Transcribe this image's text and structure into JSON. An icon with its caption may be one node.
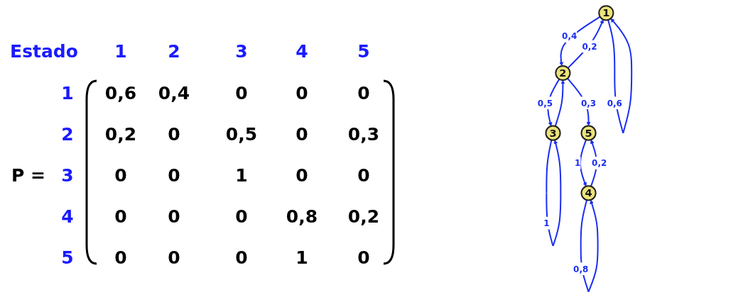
{
  "diagram": {
    "nodes": [
      {
        "text": [
          "1"
        ]
      },
      {
        "text": [
          "2"
        ]
      },
      {
        "text": [
          "3"
        ]
      },
      {
        "text": [
          "4"
        ]
      },
      {
        "text": [
          "5"
        ]
      }
    ],
    "edges": [
      {
        "from": 0,
        "to": 1,
        "arrow": "to",
        "label": "0,4"
      },
      {
        "from": 1,
        "to": 2,
        "arrow": "to",
        "label": "0,5"
      },
      {
        "from": 0,
        "to": 0,
        "arrow": "to",
        "label": "0,6"
      },
      {
        "from": 1,
        "to": 0,
        "arrow": "to",
        "label": "0,2"
      },
      {
        "from": 2,
        "to": 1,
        "arrow": "to"
      },
      {
        "from": 2,
        "to": 2,
        "arrow": "to",
        "label": "1"
      },
      {
        "from": 1,
        "to": 4,
        "arrow": "to",
        "label": "0,3"
      },
      {
        "from": 3,
        "to": 4,
        "arrow": "to",
        "label": "0,2"
      },
      {
        "from": 3,
        "to": 3,
        "arrow": "to",
        "label": "0,8"
      },
      {
        "from": 4,
        "to": 3,
        "arrow": "to",
        "label": "1"
      }
    ],
    "labels": [
      "Estado",
      "1",
      "2",
      "3",
      "4",
      "5",
      "1",
      "0,6",
      "0,4",
      "0",
      "0",
      "0",
      "2",
      "0,2",
      "0",
      "0,5",
      "0",
      "0,3",
      "P =",
      "3",
      "0",
      "0",
      "1",
      "0",
      "0",
      "4",
      "0",
      "0",
      "0",
      "0,8",
      "0,2",
      "5",
      "0",
      "0",
      "0",
      "1",
      "0"
    ]
  }
}
